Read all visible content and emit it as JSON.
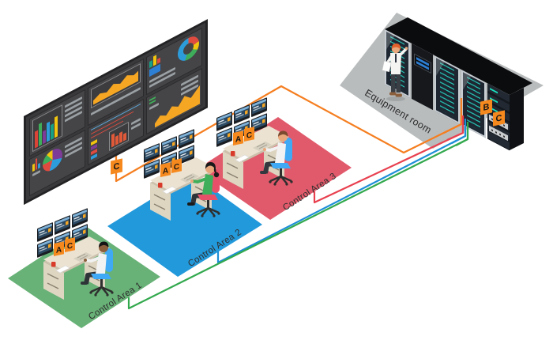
{
  "colors": {
    "background": "#FFFFFF",
    "accent_orange": "#F6891E",
    "line_orange": "#F57E20",
    "line_red": "#E8404F",
    "line_blue": "#1D8FD7",
    "line_green": "#33A94E",
    "wall_frame": "#232325",
    "wall_screen_bg": "#454547",
    "rack_dark": "#16181C",
    "desk": "#EBE2D1"
  },
  "video_wall": {
    "tag": "C",
    "screens": [
      {
        "name": "bar-chart-screen"
      },
      {
        "name": "area-chart-dashboard-screen"
      },
      {
        "name": "donut-chart-screen"
      },
      {
        "name": "pie-chart-screen"
      },
      {
        "name": "status-table-screen"
      },
      {
        "name": "line-chart-screen"
      }
    ]
  },
  "equipment_room": {
    "label": "Equipment room",
    "floor_color": "#B9BCBD",
    "tags": [
      "B",
      "C"
    ],
    "rack_count": 5
  },
  "areas": [
    {
      "id": "control-area-1",
      "label": "Control Area 1",
      "floor_color": "#68B277",
      "chair_color": "#3FA9F5",
      "line_color": "#33A94E",
      "tags": [
        "A",
        "C"
      ]
    },
    {
      "id": "control-area-2",
      "label": "Control Area 2",
      "floor_color": "#2299DB",
      "chair_color": "#E8506A",
      "line_color": "#1D8FD7",
      "tags": [
        "A",
        "C"
      ]
    },
    {
      "id": "control-area-3",
      "label": "Control Area 3",
      "floor_color": "#E15A6B",
      "chair_color": "#3FA9F5",
      "line_color": "#E8404F",
      "tags": [
        "A",
        "C"
      ]
    }
  ]
}
